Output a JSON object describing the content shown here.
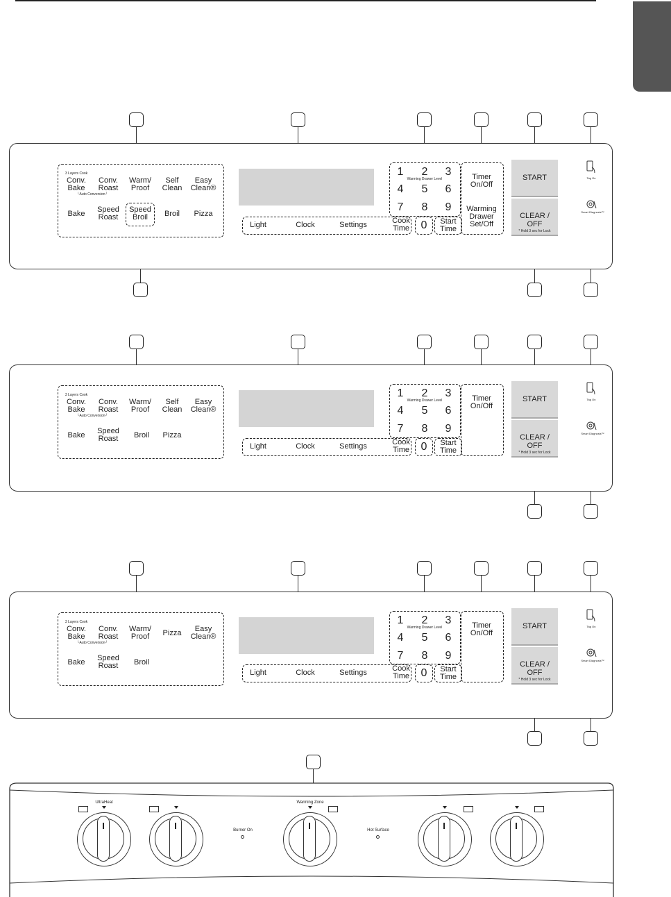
{
  "panel_a": {
    "layers_label": "3 Layers Cook",
    "auto_label": "└Auto Conversion┘",
    "row1": [
      "Conv.\nBake",
      "Conv.\nRoast",
      "Warm/\nProof",
      "Self\nClean",
      "Easy\nClean®"
    ],
    "row2": [
      "Bake",
      "Speed\nRoast",
      "Speed\nBroil",
      "Broil",
      "Pizza"
    ],
    "bottom": [
      "Light",
      "Clock",
      "Settings",
      "Cook\nTime"
    ],
    "keys": [
      "1",
      "2",
      "3",
      "4",
      "5",
      "6",
      "7",
      "8",
      "9",
      "0"
    ],
    "warming_level": "Warming Drawer Level",
    "timer": "Timer\nOn/Off",
    "warming_drawer": "Warming\nDrawer\nSet/Off",
    "start_time": "Start\nTime",
    "start": "START",
    "clear": "CLEAR / OFF",
    "hold": "* Hold 3 sec for Lock",
    "tag_on": "Tag On",
    "smart": "Smart\nDiagnosis™"
  },
  "panel_b": {
    "layers_label": "3 Layers Cook",
    "auto_label": "└Auto Conversion┘",
    "row1": [
      "Conv.\nBake",
      "Conv.\nRoast",
      "Warm/\nProof",
      "Self\nClean",
      "Easy\nClean®"
    ],
    "row2": [
      "Bake",
      "Speed\nRoast",
      "Broil",
      "Pizza"
    ],
    "bottom": [
      "Light",
      "Clock",
      "Settings",
      "Cook\nTime"
    ],
    "keys": [
      "1",
      "2",
      "3",
      "4",
      "5",
      "6",
      "7",
      "8",
      "9",
      "0"
    ],
    "warming_level": "Warming Drawer Level",
    "timer": "Timer\nOn/Off",
    "start_time": "Start\nTime",
    "start": "START",
    "clear": "CLEAR / OFF",
    "hold": "* Hold 3 sec for Lock",
    "tag_on": "Tag On",
    "smart": "Smart\nDiagnosis™"
  },
  "panel_c": {
    "layers_label": "3 Layers Cook",
    "auto_label": "└Auto Conversion┘",
    "row1": [
      "Conv.\nBake",
      "Conv.\nRoast",
      "Warm/\nProof",
      "Pizza",
      "Easy\nClean®"
    ],
    "row2": [
      "Bake",
      "Speed\nRoast",
      "Broil"
    ],
    "bottom": [
      "Light",
      "Clock",
      "Settings",
      "Cook\nTime"
    ],
    "keys": [
      "1",
      "2",
      "3",
      "4",
      "5",
      "6",
      "7",
      "8",
      "9",
      "0"
    ],
    "warming_level": "Warming Drawer Level",
    "timer": "Timer\nOn/Off",
    "start_time": "Start\nTime",
    "start": "START",
    "clear": "CLEAR / OFF",
    "hold": "* Hold 3 sec for Lock",
    "tag_on": "Tag On",
    "smart": "Smart\nDiagnosis™"
  },
  "cooktop": {
    "ultraheat": "UltraHeat",
    "warming_zone": "Warming Zone",
    "burner_on": "Burner On",
    "hot_surface": "Hot Surface"
  }
}
